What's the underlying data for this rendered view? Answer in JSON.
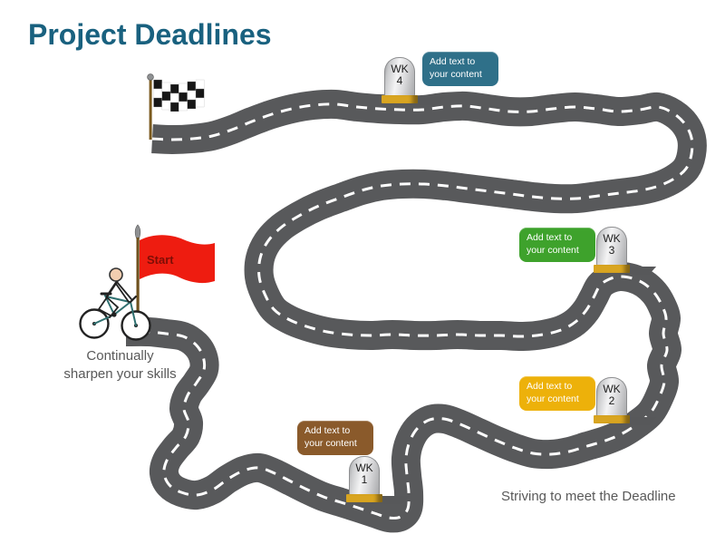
{
  "title": {
    "text": "Project Deadlines",
    "color": "#19617F"
  },
  "notes": {
    "start_line1": "Continually",
    "start_line2": "sharpen your skills",
    "finish": "Striving to meet the Deadline"
  },
  "start_flag": {
    "label": "Start",
    "flag_color": "#EE1C10",
    "label_color": "#7E0E06"
  },
  "road": {
    "color": "#58595B",
    "dash_color": "#FFFFFF"
  },
  "theme": {
    "milestone_base_color": "#D9A521"
  },
  "icons": {
    "finish": "checkered-flag-icon",
    "start": "red-flag-icon",
    "rider": "cyclist-icon",
    "marker": "milestone-stone-icon"
  },
  "milestones": [
    {
      "id": "WK4",
      "week": "WK",
      "number": "4",
      "callout": {
        "line1": "Add text to",
        "line2": "your content",
        "color": "#2F7089"
      }
    },
    {
      "id": "WK3",
      "week": "WK",
      "number": "3",
      "callout": {
        "line1": "Add text to",
        "line2": "your content",
        "color": "#3EA22C"
      }
    },
    {
      "id": "WK2",
      "week": "WK",
      "number": "2",
      "callout": {
        "line1": "Add text to",
        "line2": "your content",
        "color": "#EDB10A"
      }
    },
    {
      "id": "WK1",
      "week": "WK",
      "number": "1",
      "callout": {
        "line1": "Add text to",
        "line2": "your content",
        "color": "#8A5A2B"
      }
    }
  ]
}
